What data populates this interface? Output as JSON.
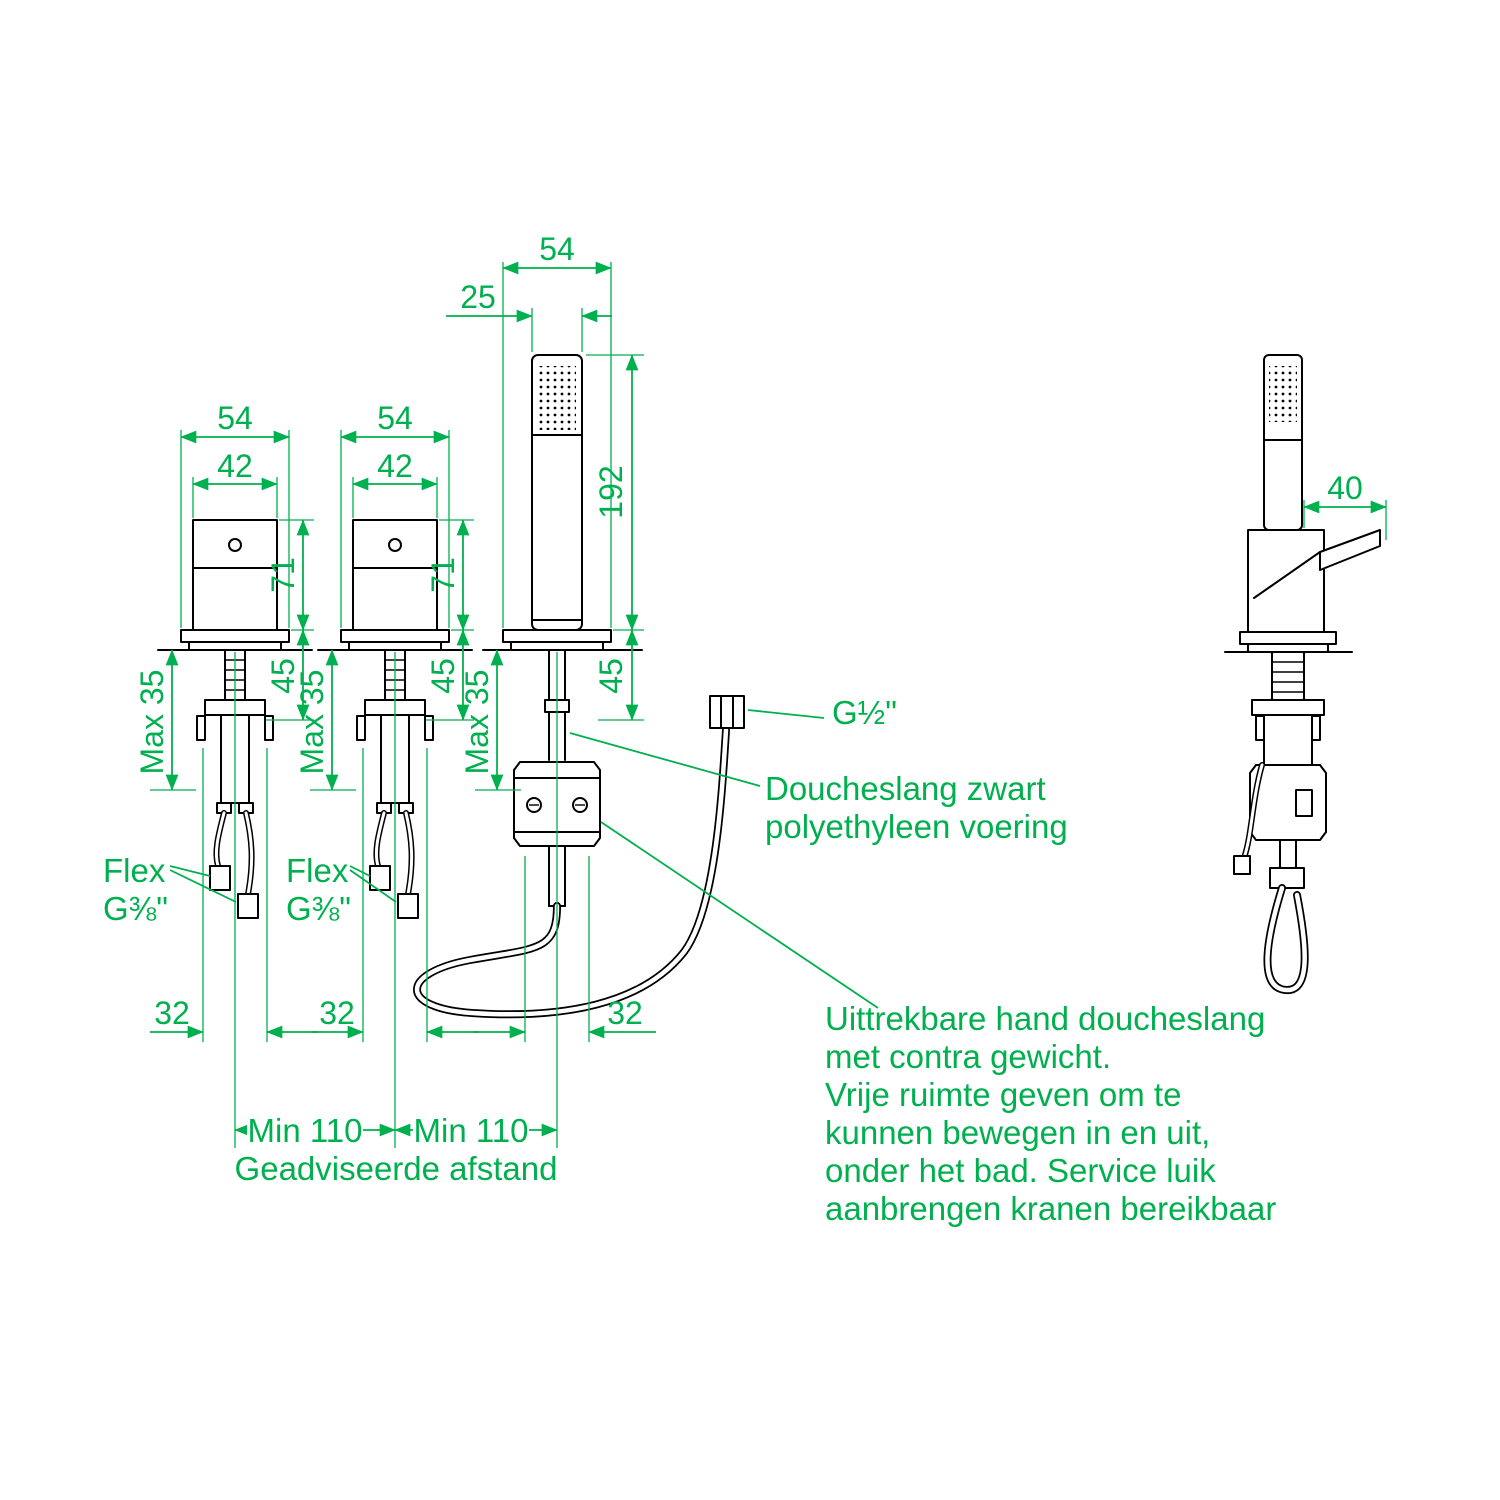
{
  "meta": {
    "type": "technical-installation-drawing",
    "subject": "3-hole bath rim mixer with pull-out hand shower",
    "language": "nl"
  },
  "colors": {
    "line": "#000000",
    "dimension": "#00b04f",
    "background": "#ffffff"
  },
  "dims": {
    "d54": "54",
    "d42": "42",
    "d71": "71",
    "d45": "45",
    "dmax35": "Max 35",
    "d25": "25",
    "d192": "192",
    "d32": "32",
    "d40": "40",
    "dmin110": "Min 110"
  },
  "labels": {
    "flex": "Flex",
    "flex_thread": "G⅜\"",
    "hose_thread": "G½\"",
    "hose_note": [
      "Doucheslang zwart",
      "polyethyleen voering"
    ],
    "advice": "Geadviseerde afstand",
    "service_note": [
      "Uittrekbare hand doucheslang",
      "met contra gewicht.",
      "Vrije ruimte geven om te",
      "kunnen bewegen in en uit,",
      "onder het bad. Service luik",
      "aanbrengen kranen bereikbaar"
    ]
  }
}
